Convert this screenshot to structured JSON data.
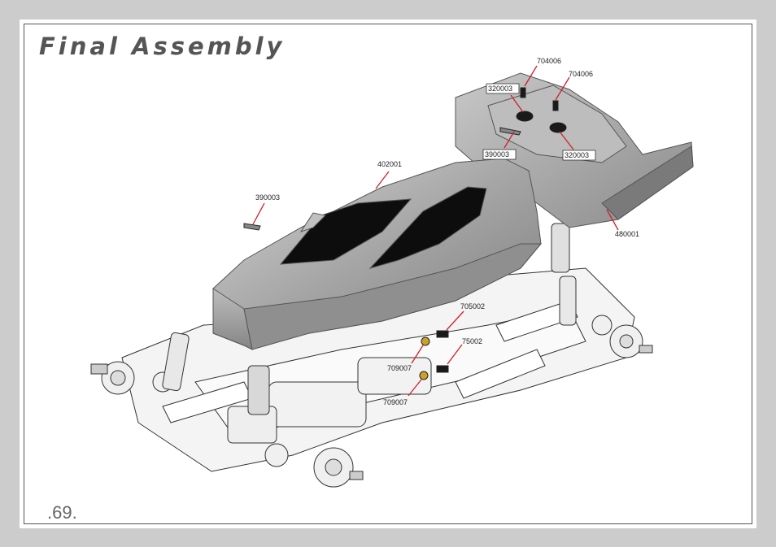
{
  "page": {
    "title": "Final Assembly",
    "page_number": ".69."
  },
  "callouts": [
    {
      "id": "c1",
      "label": "704006"
    },
    {
      "id": "c2",
      "label": "704006"
    },
    {
      "id": "c3",
      "label": "320003"
    },
    {
      "id": "c4",
      "label": "390003"
    },
    {
      "id": "c5",
      "label": "320003"
    },
    {
      "id": "c6",
      "label": "402001"
    },
    {
      "id": "c7",
      "label": "390003"
    },
    {
      "id": "c8",
      "label": "480001"
    },
    {
      "id": "c9",
      "label": "705002"
    },
    {
      "id": "c10",
      "label": "75002"
    },
    {
      "id": "c11",
      "label": "709007"
    },
    {
      "id": "c12",
      "label": "709007"
    }
  ],
  "colors": {
    "background": "#cbcccb",
    "title": "#555457",
    "leader_line": "#d0202a",
    "body_shell": "#a9a9a9"
  }
}
